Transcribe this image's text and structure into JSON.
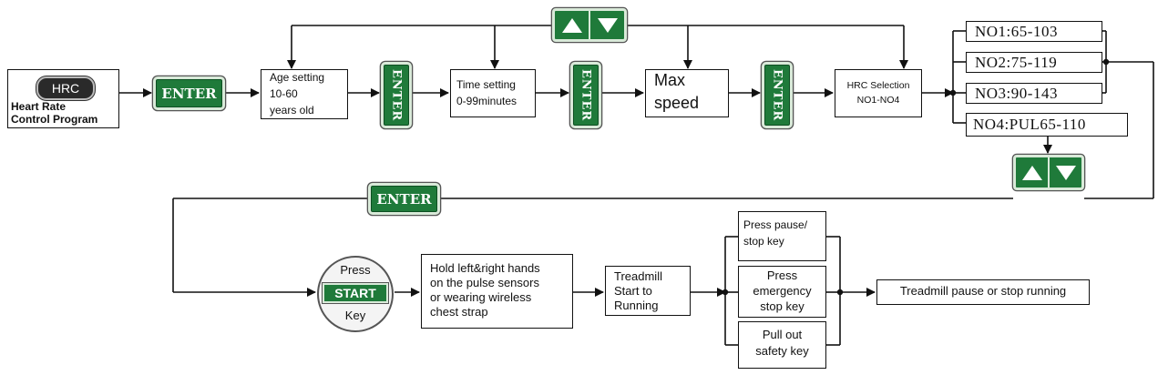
{
  "hrc": {
    "pill": "HRC",
    "line1": "Heart Rate",
    "line2": "Control Program"
  },
  "enter_label": "ENTER",
  "age": {
    "line1": "Age setting",
    "line2": "10-60",
    "line3": "years old"
  },
  "time": {
    "line1": "Time setting",
    "line2": "0-99minutes"
  },
  "max_speed": {
    "line1": "Max",
    "line2": "speed"
  },
  "hrc_selection": {
    "line1": "HRC Selection",
    "line2": "NO1-NO4"
  },
  "programs": [
    "NO1:65-103",
    "NO2:75-119",
    "NO3:90-143",
    "NO4:PUL65-110"
  ],
  "start": {
    "press": "Press",
    "key_label": "START",
    "key": "Key"
  },
  "hold": {
    "line1": "Hold left&right hands",
    "line2": "on the pulse sensors",
    "line3": "or wearing wireless",
    "line4": "chest strap"
  },
  "treadmill": {
    "line1": "Treadmill",
    "line2": "Start to",
    "line3": "Running"
  },
  "options": {
    "pause": {
      "line1": "Press pause/",
      "line2": "stop key"
    },
    "emergency": {
      "line1": "Press",
      "line2": "emergency",
      "line3": "stop key"
    },
    "safety": {
      "line1": "Pull out",
      "line2": "safety key"
    }
  },
  "result": "Treadmill pause or stop running",
  "colors": {
    "key_green": "#1f7a3a",
    "line": "#111111"
  },
  "icons": [
    "up-arrow-icon",
    "down-arrow-icon"
  ]
}
